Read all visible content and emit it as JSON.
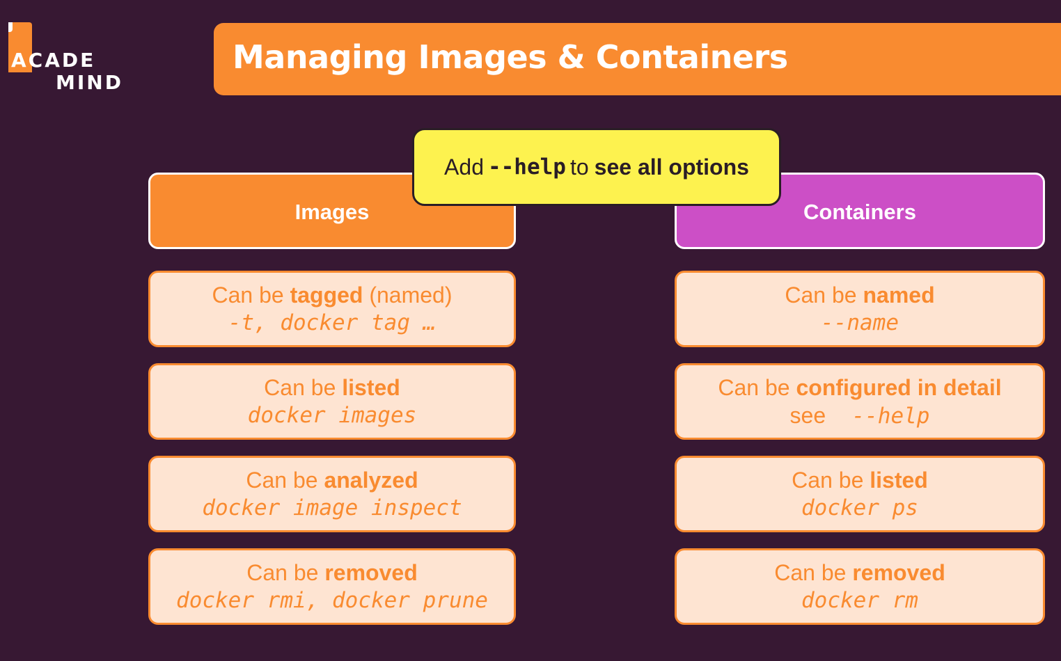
{
  "logo": {
    "line1": "ACADE",
    "line2": "MIND"
  },
  "title": "Managing Images & Containers",
  "tooltip": {
    "prefix": "Add",
    "code": "--help",
    "middle": "to",
    "strong": "see all options"
  },
  "colors": {
    "background": "#371833",
    "orange": "#f98b30",
    "purple": "#cc4fc6",
    "yellow": "#fdf24f",
    "card_fill": "#fee4d2"
  },
  "images": {
    "header": "Images",
    "cards": [
      {
        "prefix": "Can be",
        "bold": "tagged",
        "suffix": " (named)",
        "cmd": "-t, docker tag …"
      },
      {
        "prefix": "Can be",
        "bold": "listed",
        "suffix": "",
        "cmd": "docker images"
      },
      {
        "prefix": "Can be",
        "bold": "analyzed",
        "suffix": "",
        "cmd": "docker image inspect"
      },
      {
        "prefix": "Can be",
        "bold": "removed",
        "suffix": "",
        "cmd": "docker rmi, docker prune"
      }
    ]
  },
  "containers": {
    "header": "Containers",
    "cards": [
      {
        "prefix": "Can be",
        "bold": "named",
        "suffix": "",
        "cmd": "--name",
        "cmd_prefix": ""
      },
      {
        "prefix": "Can be",
        "bold": "configured in detail",
        "suffix": "",
        "cmd": "--help",
        "cmd_prefix": "see"
      },
      {
        "prefix": "Can be",
        "bold": "listed",
        "suffix": "",
        "cmd": "docker ps",
        "cmd_prefix": ""
      },
      {
        "prefix": "Can be",
        "bold": "removed",
        "suffix": "",
        "cmd": "docker rm",
        "cmd_prefix": ""
      }
    ]
  }
}
